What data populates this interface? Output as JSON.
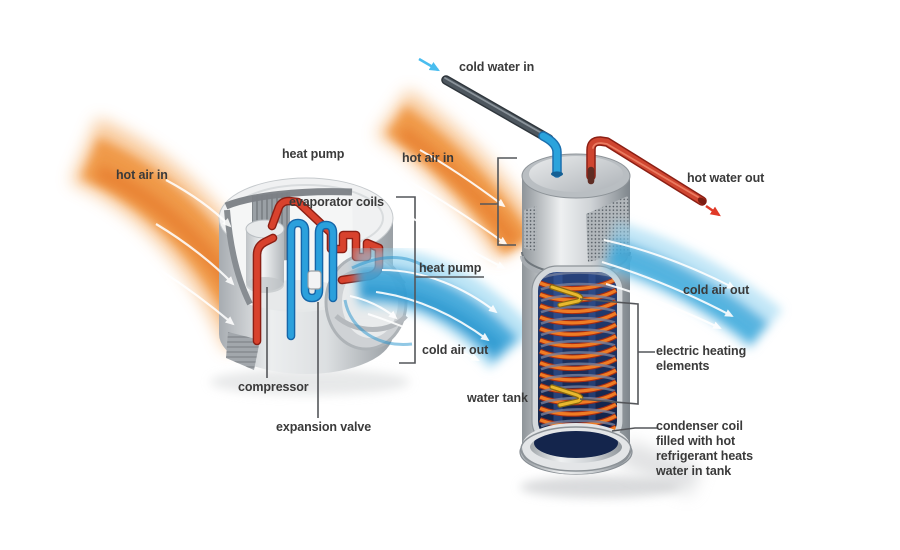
{
  "left_unit": {
    "hot_air_in": "hot air in",
    "heat_pump": "heat pump",
    "evaporator_coils": "evaporator coils",
    "compressor": "compressor",
    "expansion_valve": "expansion valve",
    "cold_air_out": "cold air out"
  },
  "center": {
    "heat_pump": "heat pump"
  },
  "right_unit": {
    "cold_water_in": "cold water in",
    "hot_air_in": "hot air in",
    "hot_water_out": "hot water out",
    "cold_air_out": "cold air out",
    "water_tank": "water tank",
    "electric_heating_elements": {
      "lines": [
        "electric heating",
        "elements"
      ]
    },
    "condenser_coil": {
      "lines": [
        "condenser coil",
        "filled with hot",
        "refrigerant heats",
        "water in tank"
      ]
    }
  },
  "colors": {
    "hot_air": "#ef9440",
    "cold_air": "#2d9fd6",
    "hot_pipe": "#cf3322",
    "cold_pipe": "#2ba0dc",
    "water": "#1c3a6e",
    "condenser_coil": "#ef7c24",
    "heating_element": "#e9b92e",
    "label_text": "#3a3a3a",
    "leader_line": "#54565a"
  }
}
